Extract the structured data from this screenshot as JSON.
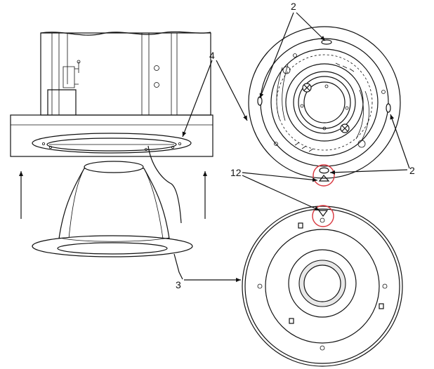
{
  "callouts": {
    "springs": "2",
    "ring": "4",
    "trim": "3",
    "alignment_marks": "12"
  },
  "colors": {
    "line": "#111111",
    "highlight": "#d9363e",
    "background": "#ffffff"
  }
}
